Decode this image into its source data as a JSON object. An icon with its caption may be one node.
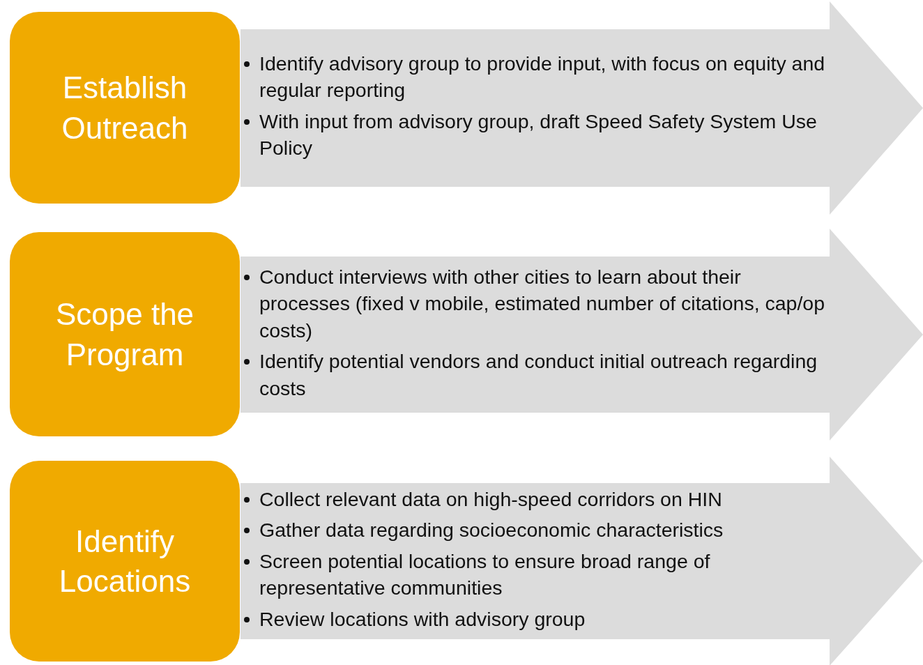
{
  "diagram": {
    "nodes": [
      {
        "text": [
          "Establish Outreach"
        ]
      },
      {
        "text": [
          "Identify advisory group to provide input, with focus on equity and regular reporting",
          "With input from advisory group, draft Speed Safety System Use Policy"
        ]
      },
      {
        "text": [
          "Scope the Program"
        ]
      },
      {
        "text": [
          "Conduct interviews with other cities to learn about their processes (fixed v mobile, estimated number of citations, cap/op costs)",
          "Identify potential vendors and conduct initial outreach regarding costs"
        ]
      },
      {
        "text": [
          "Identify Locations"
        ]
      },
      {
        "text": [
          "Collect relevant data on high-speed corridors on HIN",
          "Gather data regarding socioeconomic characteristics",
          "Screen potential locations to ensure broad range of representative communities",
          "Review locations with advisory group"
        ]
      }
    ]
  }
}
